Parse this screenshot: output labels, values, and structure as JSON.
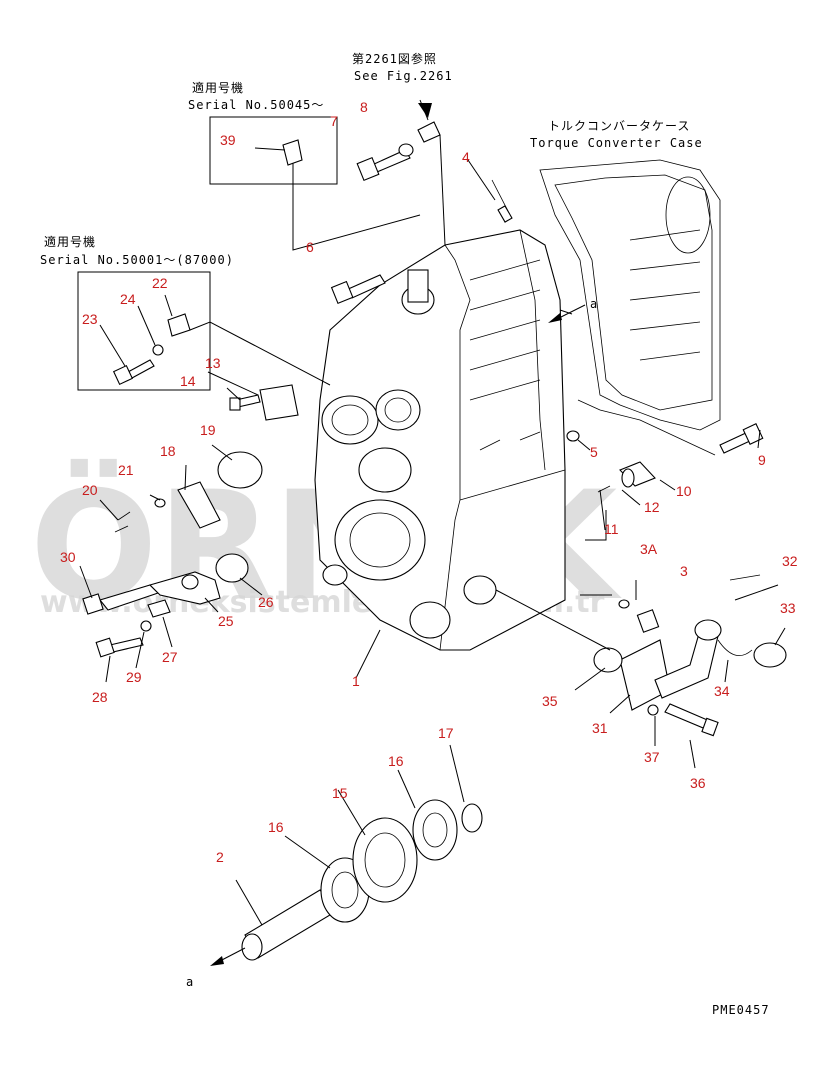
{
  "annotations": {
    "ref_jp": "第2261図参照",
    "ref_en": "See Fig.2261",
    "serial1_jp": "適用号機",
    "serial1_en": "Serial No.50045～",
    "serial2_jp": "適用号機",
    "serial2_en": "Serial No.50001～(87000)",
    "tc_jp": "トルクコンバータケース",
    "tc_en": "Torque Converter Case",
    "letter_a_top": "a",
    "letter_a_bottom": "a",
    "figure_code": "PME0457"
  },
  "watermark": {
    "brand": "ÖRNEK",
    "site": "www.orneksistemlerkalari.com.tr"
  },
  "part_labels": {
    "p1": "1",
    "p2": "2",
    "p3": "3",
    "p3a": "3A",
    "p4": "4",
    "p5": "5",
    "p6": "6",
    "p7": "7",
    "p8": "8",
    "p9": "9",
    "p10": "10",
    "p11": "11",
    "p12": "12",
    "p13": "13",
    "p14": "14",
    "p15": "15",
    "p16a": "16",
    "p16b": "16",
    "p17": "17",
    "p18": "18",
    "p19": "19",
    "p20": "20",
    "p21": "21",
    "p22": "22",
    "p23": "23",
    "p24": "24",
    "p25": "25",
    "p26": "26",
    "p27": "27",
    "p28": "28",
    "p29": "29",
    "p30": "30",
    "p31": "31",
    "p32": "32",
    "p33": "33",
    "p34": "34",
    "p35": "35",
    "p36": "36",
    "p37": "37",
    "p39": "39"
  },
  "colors": {
    "label": "#c81d1d",
    "line": "#000000",
    "watermark": "#d6d6d6"
  }
}
